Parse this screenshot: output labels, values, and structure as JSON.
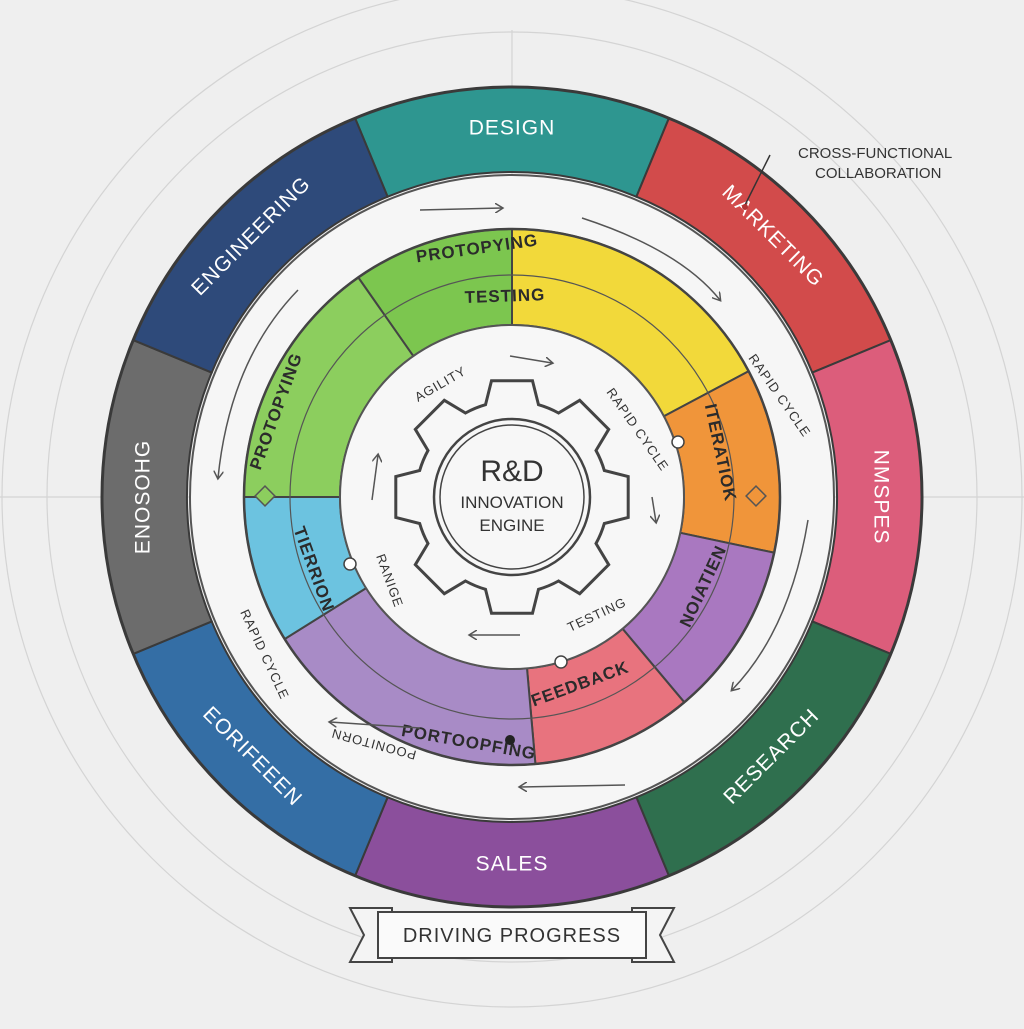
{
  "center": {
    "title": "R&D",
    "line1": "INNOVATION",
    "line2": "ENGINE"
  },
  "outer_ring": [
    {
      "label": "DESIGN",
      "color": "#2e9690"
    },
    {
      "label": "MARKETING",
      "color": "#d24b4b"
    },
    {
      "label": "NMSPES",
      "color": "#dc5d7b"
    },
    {
      "label": "RESEARCH",
      "color": "#2f6f4e"
    },
    {
      "label": "SALES",
      "color": "#8b4f9c"
    },
    {
      "label": "EORIFEEEN",
      "color": "#346ea5"
    },
    {
      "label": "ENOSOHG",
      "color": "#6c6c6c"
    },
    {
      "label": "ENGINEERING",
      "color": "#2e4a7a"
    }
  ],
  "inner_ring": [
    {
      "label": "PROTOPYING",
      "color": "#7cc64f"
    },
    {
      "label": "TESTING",
      "color": "#f2d93a"
    },
    {
      "label": "ITERATIOK",
      "color": "#f0953a"
    },
    {
      "label": "NOIATIEN",
      "color": "#a978c0"
    },
    {
      "label": "FEEDBACK",
      "color": "#e8737e"
    },
    {
      "label": "PORTOOPFING",
      "color": "#a88bc6"
    },
    {
      "label": "TIERRION",
      "color": "#6cc3e0"
    },
    {
      "label": "PROTOPYING",
      "color": "#8cce5e"
    }
  ],
  "flow_labels": {
    "agility": "AGILITY",
    "rapid_cycle": "RAPID CYCLE",
    "ranige": "RANIGE",
    "testing": "TESTING",
    "rapid_cycle_outer_right": "RAPID CYCLE",
    "rapid_cycle_outer_left": "RAPID CYCLE",
    "poonitorn": "POONITORN"
  },
  "callout": {
    "line1": "CROSS-FUNCTIONAL",
    "line2": "COLLABORATION"
  },
  "banner": {
    "text": "DRIVING PROGRESS"
  }
}
